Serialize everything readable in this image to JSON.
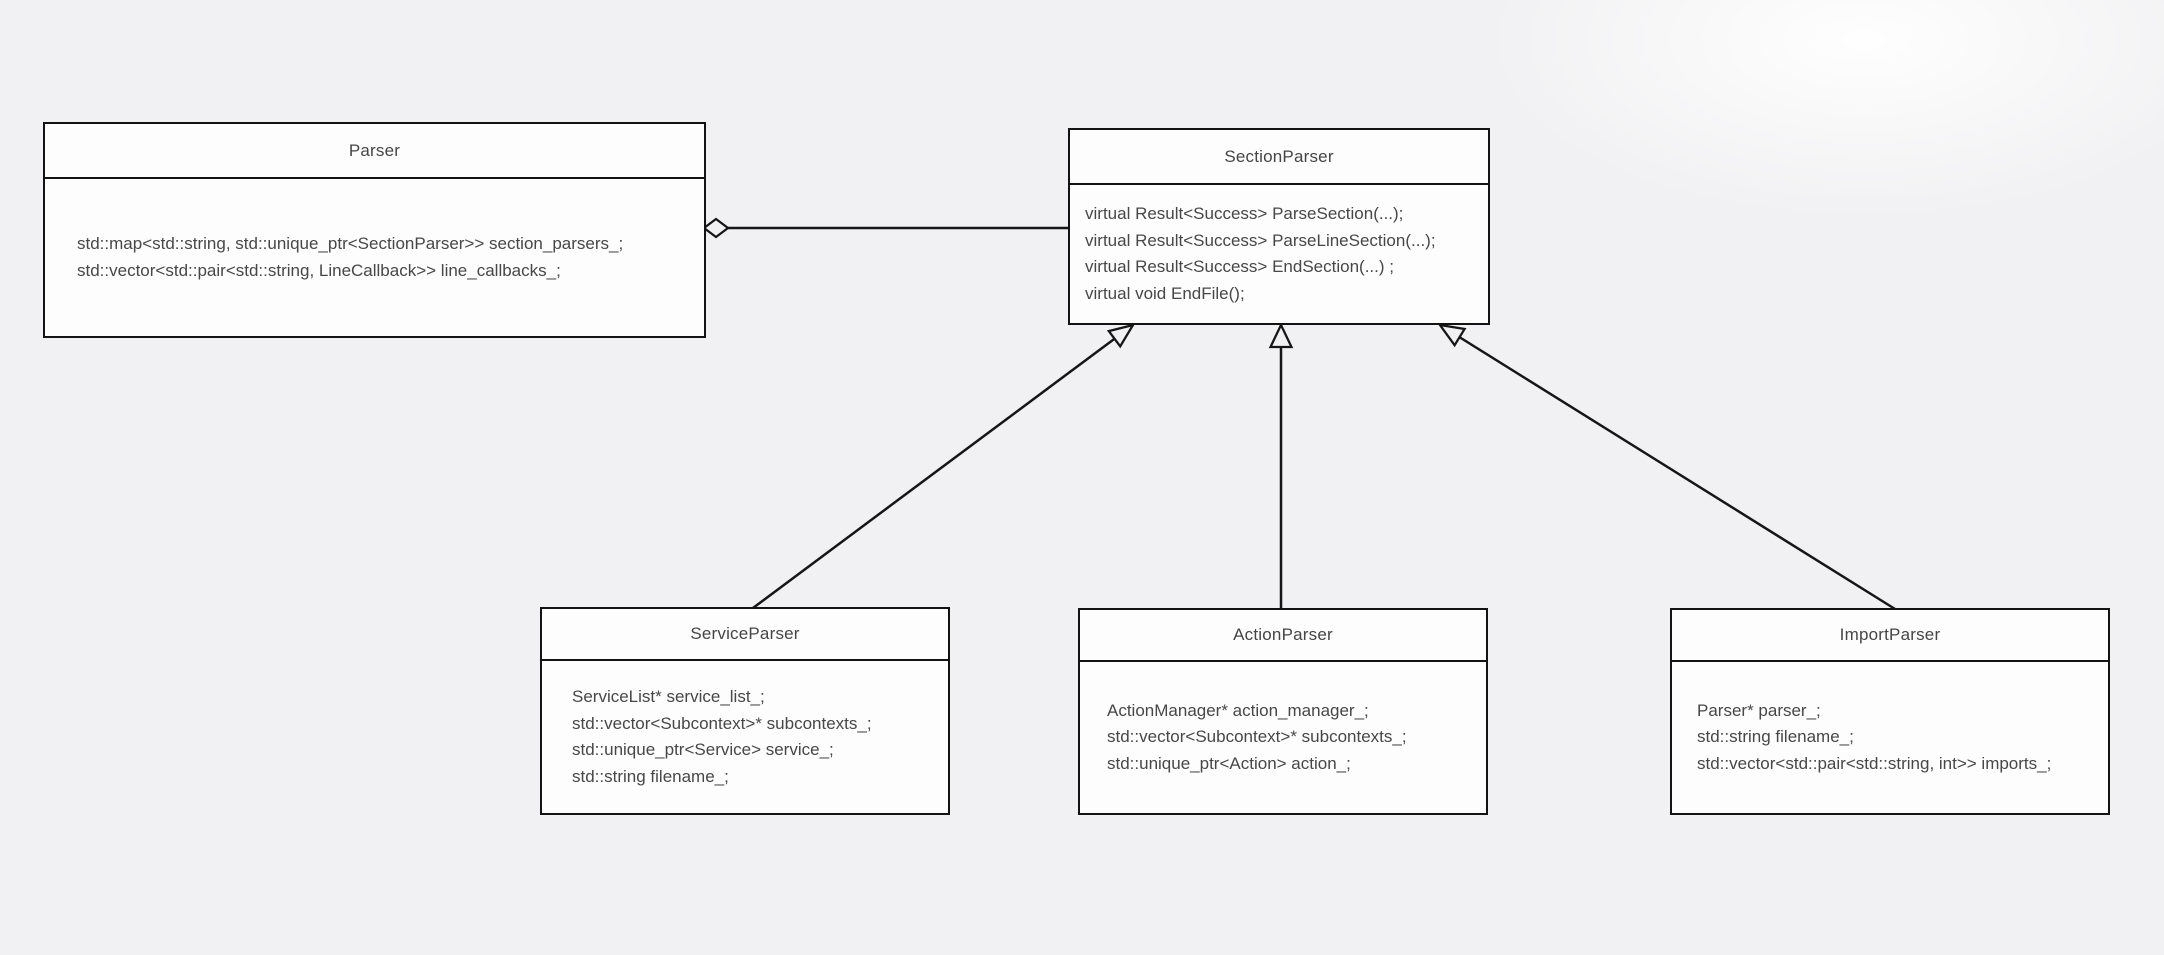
{
  "diagram": {
    "type": "uml-class-diagram",
    "background_color": "#f1f1f3",
    "box_fill": "#fdfdfd",
    "line_color": "#161616",
    "text_color": "#474747",
    "classes": [
      {
        "name": "Parser",
        "members": [
          "std::map<std::string, std::unique_ptr<SectionParser>> section_parsers_;",
          "std::vector<std::pair<std::string, LineCallback>> line_callbacks_;"
        ]
      },
      {
        "name": "SectionParser",
        "members": [
          "virtual Result<Success> ParseSection(...);",
          "virtual Result<Success> ParseLineSection(...);",
          "virtual Result<Success> EndSection(...) ;",
          "virtual void EndFile();"
        ]
      },
      {
        "name": "ServiceParser",
        "members": [
          "ServiceList* service_list_;",
          "std::vector<Subcontext>* subcontexts_;",
          "std::unique_ptr<Service> service_;",
          "std::string filename_;"
        ]
      },
      {
        "name": "ActionParser",
        "members": [
          "ActionManager* action_manager_;",
          "std::vector<Subcontext>* subcontexts_;",
          "std::unique_ptr<Action> action_;"
        ]
      },
      {
        "name": "ImportParser",
        "members": [
          "Parser* parser_;",
          "std::string filename_;",
          "std::vector<std::pair<std::string, int>> imports_;"
        ]
      }
    ],
    "relationships": [
      {
        "from": "Parser",
        "to": "SectionParser",
        "type": "aggregation"
      },
      {
        "from": "ServiceParser",
        "to": "SectionParser",
        "type": "inheritance"
      },
      {
        "from": "ActionParser",
        "to": "SectionParser",
        "type": "inheritance"
      },
      {
        "from": "ImportParser",
        "to": "SectionParser",
        "type": "inheritance"
      }
    ]
  }
}
